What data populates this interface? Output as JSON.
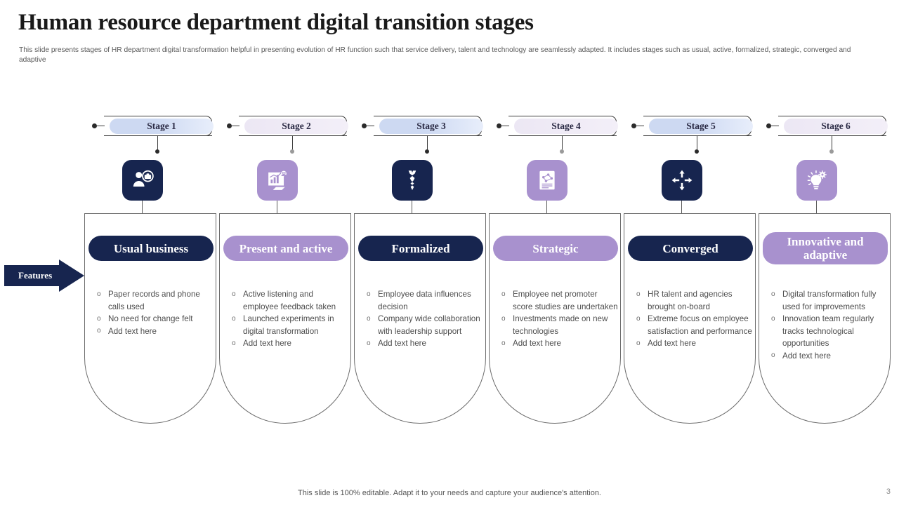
{
  "slide": {
    "title": "Human resource department digital transition stages",
    "subtitle": "This slide presents stages of HR department digital transformation helpful in presenting evolution of HR function such that service delivery, talent and technology are seamlessly adapted. It includes stages such as usual, active, formalized, strategic, converged and adaptive",
    "footer_note": "This slide is 100% editable. Adapt it to your needs and capture your audience's attention.",
    "page_number": "3",
    "features_label": "Features"
  },
  "colors": {
    "navy": "#17254f",
    "purple": "#a891ce",
    "pill_blue_from": "#cdd9f2",
    "pill_blue_to": "#e8eefb",
    "pill_lilac_from": "#ece7f4",
    "pill_lilac_to": "#f3eff8",
    "text_dark": "#1a1a1a",
    "text_body": "#4d4d4d"
  },
  "stages": [
    {
      "stage_label": "Stage 1",
      "stage_pill_style": "blue",
      "icon_name": "person-briefcase-icon",
      "icon_tile_style": "navy",
      "header": "Usual business",
      "header_style": "navy",
      "header_lines": 1,
      "bullets": [
        "Paper records and phone calls used",
        "No need for change felt",
        "Add text here"
      ]
    },
    {
      "stage_label": "Stage 2",
      "stage_pill_style": "lilac",
      "icon_name": "presentation-chart-icon",
      "icon_tile_style": "purple",
      "header": "Present and active",
      "header_style": "purple",
      "header_lines": 1,
      "bullets": [
        "Active listening and employee feedback taken",
        "Launched experiments in digital transformation",
        "Add text here"
      ]
    },
    {
      "stage_label": "Stage 3",
      "stage_pill_style": "blue",
      "icon_name": "necktie-icon",
      "icon_tile_style": "navy",
      "header": "Formalized",
      "header_style": "navy",
      "header_lines": 1,
      "bullets": [
        "Employee data influences decision",
        "Company wide collaboration with leadership support",
        "Add text here"
      ]
    },
    {
      "stage_label": "Stage 4",
      "stage_pill_style": "lilac",
      "icon_name": "strategy-document-icon",
      "icon_tile_style": "purple",
      "header": "Strategic",
      "header_style": "purple",
      "header_lines": 1,
      "bullets": [
        "Employee net promoter score studies are undertaken",
        "Investments made on new technologies",
        "Add text here"
      ]
    },
    {
      "stage_label": "Stage 5",
      "stage_pill_style": "blue",
      "icon_name": "converging-arrows-icon",
      "icon_tile_style": "navy",
      "header": "Converged",
      "header_style": "navy",
      "header_lines": 1,
      "bullets": [
        "HR talent and agencies brought on-board",
        "Extreme focus on employee satisfaction and performance",
        "Add text here"
      ]
    },
    {
      "stage_label": "Stage 6",
      "stage_pill_style": "lilac",
      "icon_name": "lightbulb-gear-icon",
      "icon_tile_style": "purple",
      "header": "Innovative and adaptive",
      "header_style": "purple",
      "header_lines": 2,
      "bullets": [
        "Digital transformation fully used for improvements",
        "Innovation team regularly tracks technological opportunities",
        "Add text here"
      ]
    }
  ]
}
